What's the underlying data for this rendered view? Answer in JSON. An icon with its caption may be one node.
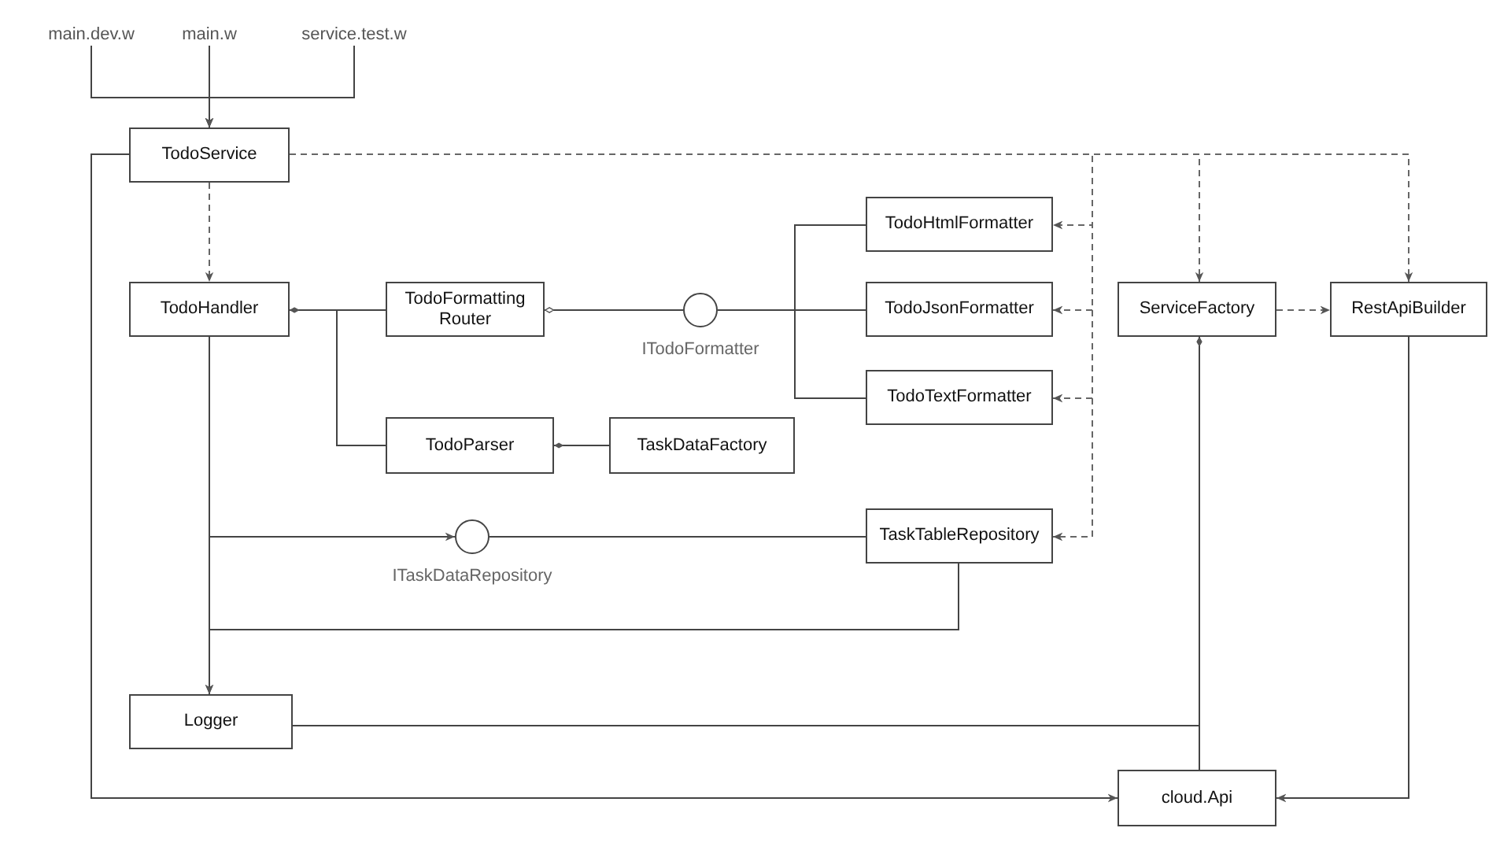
{
  "diagram": {
    "nodes": [
      {
        "text": [
          "main.dev.w"
        ]
      },
      {
        "text": [
          "main.w"
        ]
      },
      {
        "text": [
          "service.test.w"
        ]
      },
      {
        "text": [
          "TodoService"
        ]
      },
      {
        "text": [
          "TodoHandler"
        ]
      },
      {
        "text": [
          "TodoFormatting Router"
        ]
      },
      {
        "text": [],
        "shape": "circle",
        "beside": [
          "ITodoFormatter"
        ]
      },
      {
        "text": [
          "TodoHtmlFormatter"
        ]
      },
      {
        "text": [
          "ServiceFactory"
        ]
      },
      {
        "text": [
          "RestApiBuilder"
        ]
      },
      {
        "text": [
          "TodoJsonFormatter"
        ]
      },
      {
        "text": [
          "TodoTextFormatter"
        ]
      },
      {
        "text": [
          "TodoParser"
        ]
      },
      {
        "text": [
          "TaskDataFactory"
        ]
      },
      {
        "text": [],
        "shape": "circle",
        "beside": [
          "ITaskDataRepository"
        ]
      },
      {
        "text": [
          "TaskTableRepository"
        ]
      },
      {
        "text": [
          "Logger"
        ]
      },
      {
        "text": [
          "cloud.Api"
        ]
      }
    ],
    "edges": [
      {
        "from": 0,
        "to": 3,
        "arrow": "to"
      },
      {
        "from": 1,
        "to": 3,
        "arrow": "to"
      },
      {
        "from": 2,
        "to": 3,
        "arrow": "to"
      },
      {
        "from": 3,
        "to": 4,
        "arrow": "to",
        "style": "dashed"
      },
      {
        "from": 3,
        "to": 7,
        "arrow": "to",
        "style": "dashed"
      },
      {
        "from": 3,
        "to": 10,
        "arrow": "to",
        "style": "dashed"
      },
      {
        "from": 3,
        "to": 11,
        "arrow": "to",
        "style": "dashed"
      },
      {
        "from": 3,
        "to": 15,
        "arrow": "to",
        "style": "dashed"
      },
      {
        "from": 3,
        "to": 8,
        "arrow": "to",
        "style": "dashed"
      },
      {
        "from": 3,
        "to": 9,
        "arrow": "to",
        "style": "dashed"
      },
      {
        "from": 8,
        "to": 9,
        "arrow": "to",
        "style": "dashed"
      },
      {
        "from": 5,
        "to": 4,
        "arrow": "other"
      },
      {
        "from": 12,
        "to": 4,
        "arrow": "other"
      },
      {
        "from": 6,
        "to": 5,
        "arrow": "other"
      },
      {
        "from": 7,
        "to": 6,
        "arrow": "none"
      },
      {
        "from": 10,
        "to": 6,
        "arrow": "none"
      },
      {
        "from": 11,
        "to": 6,
        "arrow": "none"
      },
      {
        "from": 13,
        "to": 12,
        "arrow": "other"
      },
      {
        "from": 4,
        "to": 14,
        "arrow": "to"
      },
      {
        "from": 15,
        "to": 14,
        "arrow": "none"
      },
      {
        "from": 4,
        "to": 16,
        "arrow": "to"
      },
      {
        "from": 15,
        "to": 16,
        "arrow": "to"
      },
      {
        "from": 17,
        "to": 8,
        "arrow": "other"
      },
      {
        "from": 16,
        "to": 8,
        "arrow": "other"
      },
      {
        "from": 3,
        "to": 17,
        "arrow": "to"
      },
      {
        "from": 9,
        "to": 17,
        "arrow": "to"
      }
    ]
  }
}
